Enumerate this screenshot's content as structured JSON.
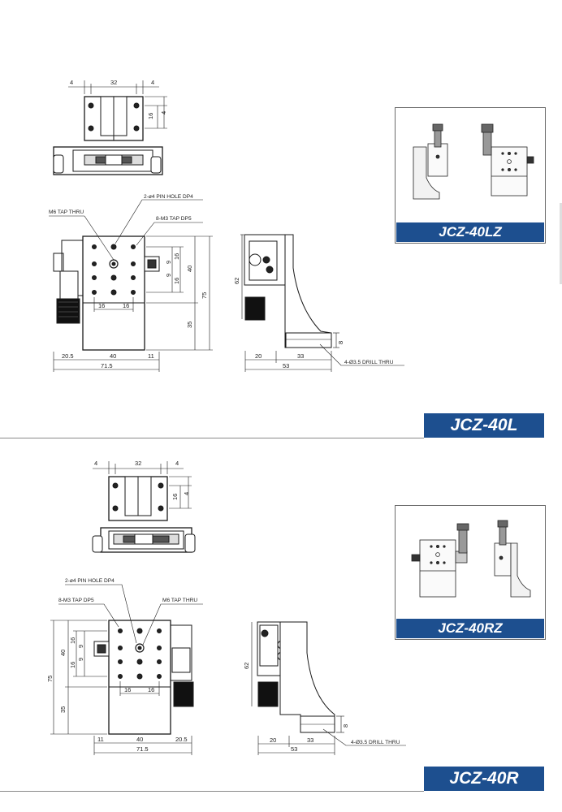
{
  "sections": [
    {
      "model": "JCZ-40L",
      "inset_label": "JCZ-40LZ",
      "top_view": {
        "w_left": "4",
        "w_mid": "32",
        "w_right": "4",
        "h_a": "16",
        "h_b": "4"
      },
      "callouts": {
        "pin_hole": "2-ø4 PIN HOLE DP4",
        "m6": "M6 TAP THRU",
        "m3": "8-M3 TAP DP5"
      },
      "front": {
        "h16a": "16",
        "h9a": "9",
        "h9b": "9",
        "h16b": "16",
        "h40": "40",
        "h75": "75",
        "h35": "35",
        "b16a": "16",
        "b16b": "16",
        "w20_5": "20.5",
        "w40": "40",
        "w11": "11",
        "w71_5": "71.5"
      },
      "side": {
        "h62": "62",
        "h8": "8",
        "w20": "20",
        "w33": "33",
        "w53": "53",
        "drill": "4-Ø3.5 DRILL THRU"
      }
    },
    {
      "model": "JCZ-40R",
      "inset_label": "JCZ-40RZ",
      "top_view": {
        "w_left": "4",
        "w_mid": "32",
        "w_right": "4",
        "h_a": "16",
        "h_b": "4"
      },
      "callouts": {
        "pin_hole": "2-ø4 PIN HOLE DP4",
        "m3": "8-M3 TAP DP5",
        "m6": "M6 TAP THRU"
      },
      "front": {
        "h16a": "16",
        "h9a": "9",
        "h9b": "9",
        "h16b": "16",
        "h40": "40",
        "h75": "75",
        "h35": "35",
        "b16a": "16",
        "b16b": "16",
        "w11": "11",
        "w40": "40",
        "w20_5": "20.5",
        "w71_5": "71.5"
      },
      "side": {
        "h62": "62",
        "h8": "8",
        "w20": "20",
        "w33": "33",
        "w53": "53",
        "drill": "4-Ø3.5 DRILL THRU"
      }
    }
  ],
  "colors": {
    "accent": "#1d4f8f",
    "line": "#1a1a1a",
    "rule": "#8a8a8a"
  }
}
